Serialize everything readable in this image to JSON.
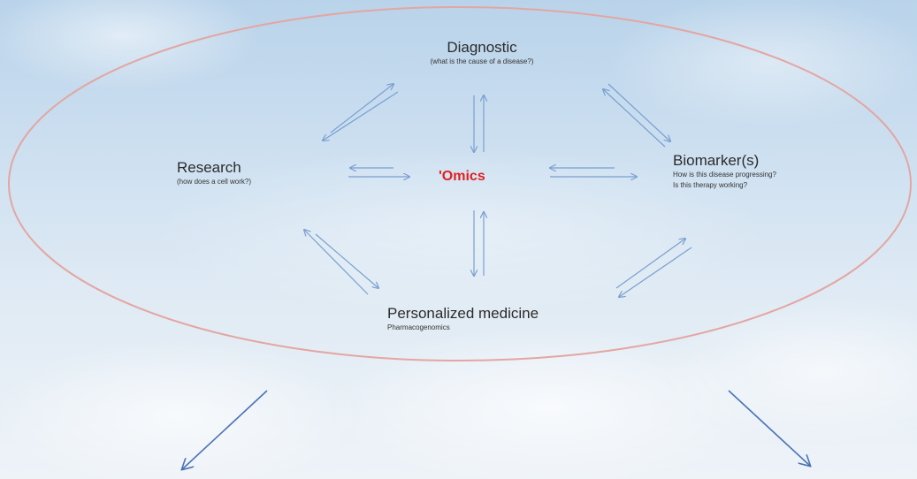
{
  "diagram": {
    "center": {
      "label": "'Omics",
      "color": "#e0211f"
    },
    "nodes": {
      "diagnostic": {
        "title": "Diagnostic",
        "subtitle": "(what is the cause of a disease?)"
      },
      "research": {
        "title": "Research",
        "subtitle": "(how does a cell work?)"
      },
      "biomarkers": {
        "title": "Biomarker(s)",
        "subtitle_line1": "How is this disease progressing?",
        "subtitle_line2": "Is this therapy working?"
      },
      "personalized": {
        "title": "Personalized medicine",
        "subtitle": "Pharmacogenomics"
      }
    },
    "ellipse_color": "#e3a6a2",
    "arrow_color": "#7a9fd0",
    "down_arrow_color": "#4a73b5"
  }
}
